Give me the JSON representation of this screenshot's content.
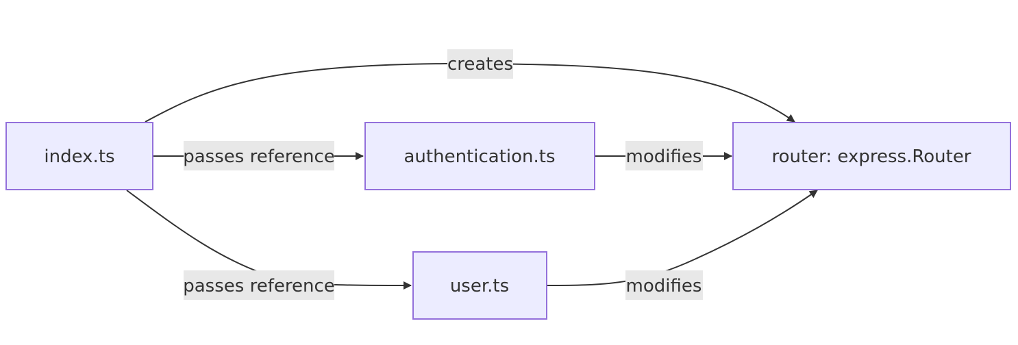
{
  "diagram": {
    "nodes": {
      "index": "index.ts",
      "authentication": "authentication.ts",
      "router": "router: express.Router",
      "user": "user.ts"
    },
    "edges": {
      "creates": "creates",
      "passes_reference_auth": "passes reference",
      "modifies_auth": "modifies",
      "passes_reference_user": "passes reference",
      "modifies_user": "modifies"
    },
    "colors": {
      "node_fill": "#ECECFF",
      "node_stroke": "#9370DB",
      "edge_stroke": "#333333",
      "label_background": "#e8e8e8",
      "text": "#333333"
    }
  }
}
